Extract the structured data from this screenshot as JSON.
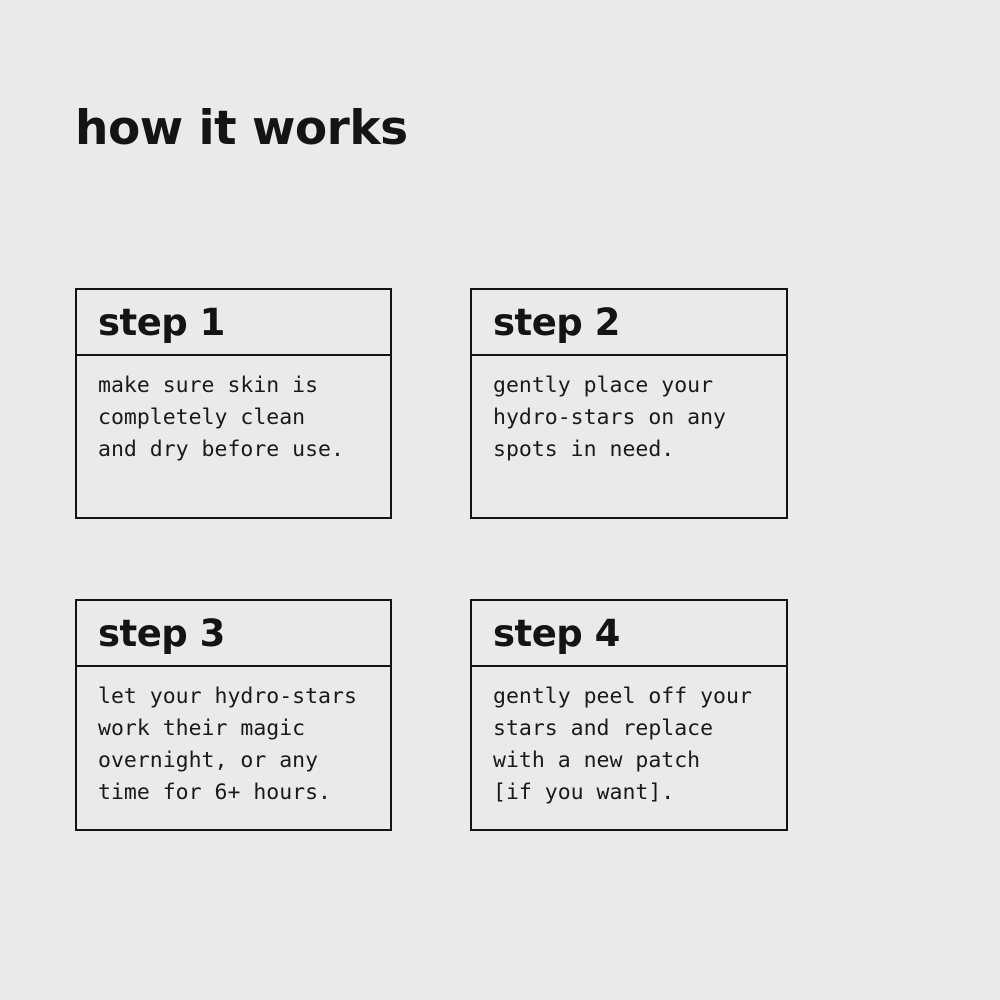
{
  "page": {
    "background_color": "#ece9e9",
    "border_color": "#141414",
    "text_color": "#141414"
  },
  "title": "how it works",
  "steps": [
    {
      "label": "step 1",
      "body": "make sure skin is\ncompletely clean\nand dry before use."
    },
    {
      "label": "step 2",
      "body": "gently place your\nhydro-stars on any\nspots in need."
    },
    {
      "label": "step 3",
      "body": "let your hydro-stars\nwork their magic\novernight, or any\ntime for 6+ hours."
    },
    {
      "label": "step 4",
      "body": "gently peel off your\nstars and replace\nwith a new patch\n[if you want]."
    }
  ]
}
